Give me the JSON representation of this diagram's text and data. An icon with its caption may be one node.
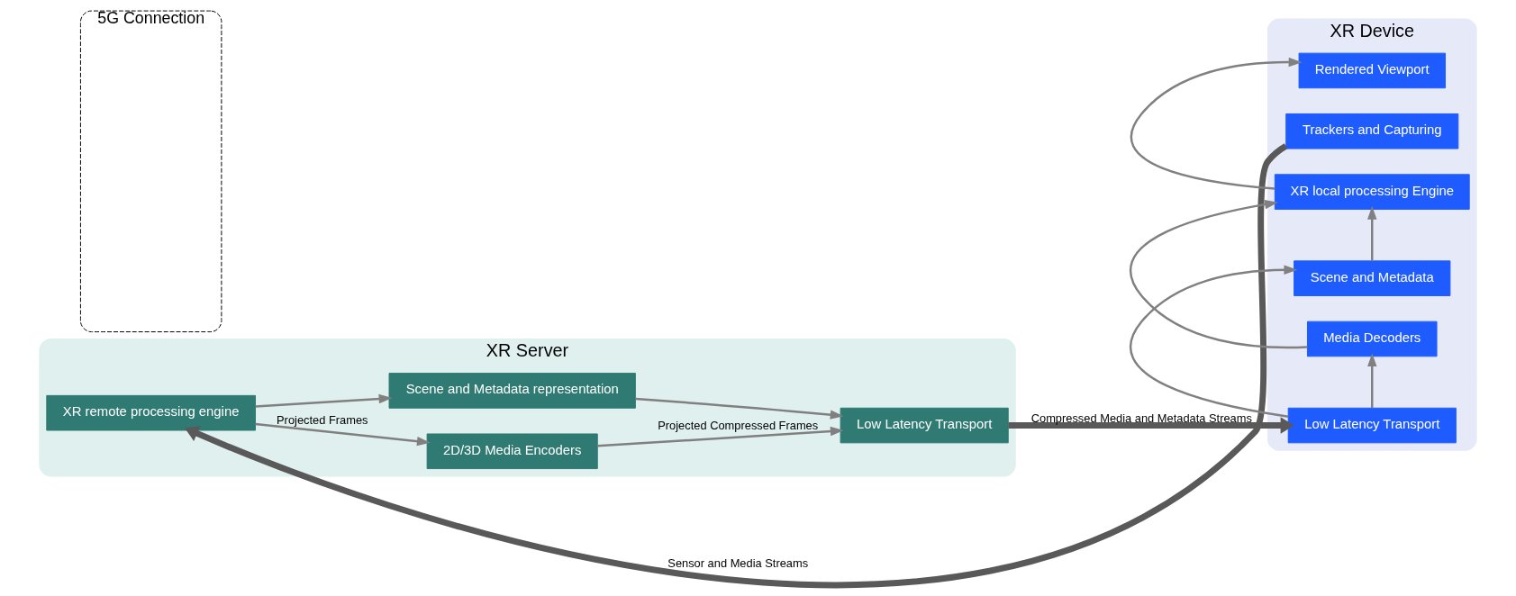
{
  "diagram": {
    "nodes": [
      {
        "text": [
          "XR Server"
        ]
      },
      {
        "text": [
          "XR remote processing engine"
        ],
        "in": 0
      },
      {
        "text": [
          "2D/3D Media Encoders"
        ],
        "in": 0
      },
      {
        "text": [
          "Scene and Metadata representation"
        ],
        "in": 0
      },
      {
        "text": [
          "Low Latency Transport"
        ],
        "in": 0
      },
      {
        "text": [
          "5G Connection"
        ]
      },
      {
        "text": [
          "XR Device"
        ]
      },
      {
        "text": [
          "Rendered Viewport"
        ],
        "in": 6
      },
      {
        "text": [
          "Trackers and Capturing"
        ],
        "in": 6
      },
      {
        "text": [
          "XR local processing Engine"
        ],
        "in": 6
      },
      {
        "text": [
          "Scene and Metadata"
        ],
        "in": 6
      },
      {
        "text": [
          "Media Decoders"
        ],
        "in": 6
      },
      {
        "text": [
          "Low Latency Transport"
        ],
        "in": 6
      }
    ],
    "edges": [
      {
        "from": 8,
        "to": 1,
        "arrow": "to",
        "label": "Sensor and Media Streams",
        "style": "thick",
        "color": "#595959"
      },
      {
        "from": 1,
        "to": 2,
        "arrow": "to",
        "label": "Projected Frames"
      },
      {
        "from": 1,
        "to": 3,
        "arrow": "to"
      },
      {
        "from": 3,
        "to": 4,
        "arrow": "to"
      },
      {
        "from": 2,
        "to": 4,
        "arrow": "to",
        "label": "Projected Compressed Frames"
      },
      {
        "from": 4,
        "to": 12,
        "arrow": "to",
        "label": "Compressed Media and Metadata Streams",
        "style": "thick",
        "color": "#595959"
      },
      {
        "from": 12,
        "to": 10,
        "arrow": "to"
      },
      {
        "from": 12,
        "to": 11,
        "arrow": "to"
      },
      {
        "from": 10,
        "to": 9,
        "arrow": "to"
      },
      {
        "from": 11,
        "to": 9,
        "arrow": "to"
      },
      {
        "from": 9,
        "to": 7,
        "arrow": "to"
      }
    ]
  }
}
